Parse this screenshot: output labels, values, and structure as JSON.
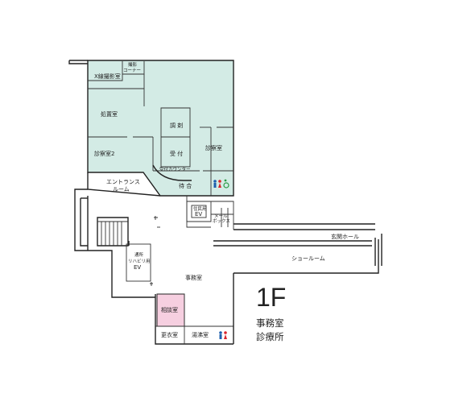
{
  "floor": {
    "label": "1F",
    "subtitle_line1": "事務室",
    "subtitle_line2": "診療所"
  },
  "rooms": {
    "xray": "X線撮影室",
    "photo_line1": "撮影",
    "photo_line2": "コーナー",
    "treatment": "処置室",
    "exam2": "診察室2",
    "dispensing": "調 剤",
    "reception": "受 付",
    "exam": "診察室",
    "reception_counter": "受付カウンター",
    "waiting": "待 合",
    "entrance_line1": "エントランス",
    "entrance_line2": "ルーム",
    "resident_ev_line1": "住民用",
    "resident_ev_line2": "EV",
    "mailbox_line1": "メール",
    "mailbox_line2": "ボックス",
    "front_hall": "玄関ホール",
    "showroom": "ショールーム",
    "office": "事務室",
    "rehab_ev_line1": "通所",
    "rehab_ev_line2": "リハビリ用",
    "rehab_ev_line3": "EV",
    "consult": "相談室",
    "changing": "更衣室",
    "kitchen": "湯沸室"
  },
  "colors": {
    "clinic_fill": "#d3ebe5",
    "consult_fill": "#f6cfe0",
    "wc_male": "#1d5fae",
    "wc_female": "#d9242b",
    "wc_accessible": "#2a9b46"
  },
  "icons": [
    "restroom-male-icon",
    "restroom-female-icon",
    "wheelchair-icon",
    "stairs-icon"
  ]
}
